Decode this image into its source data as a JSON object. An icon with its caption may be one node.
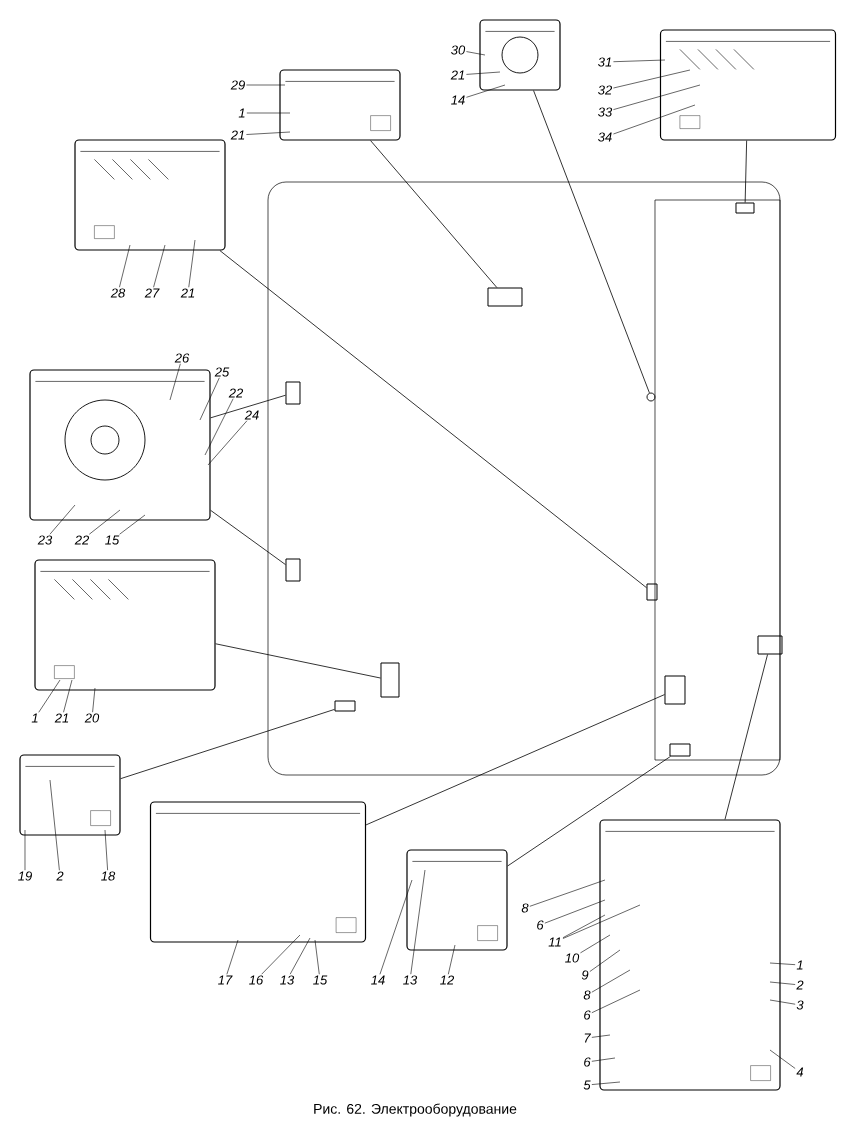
{
  "diagram": {
    "caption": "Рис. 62. Электрооборудование",
    "nodes": [
      {
        "text": [],
        "shape": "picture"
      },
      {
        "text": [
          "29"
        ]
      },
      {
        "text": [
          "1"
        ]
      },
      {
        "text": [
          "21"
        ]
      },
      {
        "text": [],
        "shape": "box"
      },
      {
        "text": [],
        "shape": "picture"
      },
      {
        "text": [
          "30"
        ]
      },
      {
        "text": [
          "21"
        ]
      },
      {
        "text": [
          "14"
        ]
      },
      {
        "text": [],
        "shape": "circle"
      },
      {
        "text": [],
        "shape": "picture"
      },
      {
        "text": [
          "31"
        ]
      },
      {
        "text": [
          "32"
        ]
      },
      {
        "text": [
          "33"
        ]
      },
      {
        "text": [
          "34"
        ]
      },
      {
        "text": [],
        "shape": "box"
      },
      {
        "text": [],
        "shape": "picture"
      },
      {
        "text": [
          "28"
        ]
      },
      {
        "text": [
          "27"
        ]
      },
      {
        "text": [
          "21"
        ]
      },
      {
        "text": [],
        "shape": "box"
      },
      {
        "text": [],
        "shape": "picture"
      },
      {
        "text": [
          "26"
        ]
      },
      {
        "text": [
          "25"
        ]
      },
      {
        "text": [
          "22"
        ]
      },
      {
        "text": [
          "24"
        ]
      },
      {
        "text": [
          "23"
        ]
      },
      {
        "text": [
          "22"
        ]
      },
      {
        "text": [
          "15"
        ]
      },
      {
        "text": [],
        "shape": "box"
      },
      {
        "text": [],
        "shape": "box"
      },
      {
        "text": [],
        "shape": "picture"
      },
      {
        "text": [
          "1"
        ]
      },
      {
        "text": [
          "21"
        ]
      },
      {
        "text": [
          "20"
        ]
      },
      {
        "text": [],
        "shape": "box"
      },
      {
        "text": [],
        "shape": "picture"
      },
      {
        "text": [
          "19"
        ]
      },
      {
        "text": [
          "2"
        ]
      },
      {
        "text": [
          "18"
        ]
      },
      {
        "text": [],
        "shape": "box"
      },
      {
        "text": [],
        "shape": "picture"
      },
      {
        "text": [
          "17"
        ]
      },
      {
        "text": [
          "16"
        ]
      },
      {
        "text": [
          "13"
        ]
      },
      {
        "text": [
          "15"
        ]
      },
      {
        "text": [],
        "shape": "box"
      },
      {
        "text": [],
        "shape": "picture"
      },
      {
        "text": [
          "14"
        ]
      },
      {
        "text": [
          "13"
        ]
      },
      {
        "text": [
          "12"
        ]
      },
      {
        "text": [],
        "shape": "box"
      },
      {
        "text": [],
        "shape": "picture"
      },
      {
        "text": [
          "8"
        ]
      },
      {
        "text": [
          "6"
        ]
      },
      {
        "text": [
          "11"
        ]
      },
      {
        "text": [
          "10"
        ]
      },
      {
        "text": [
          "9"
        ]
      },
      {
        "text": [
          "8"
        ]
      },
      {
        "text": [
          "6"
        ]
      },
      {
        "text": [
          "7"
        ]
      },
      {
        "text": [
          "6"
        ]
      },
      {
        "text": [
          "5"
        ]
      },
      {
        "text": [
          "1"
        ]
      },
      {
        "text": [
          "2"
        ]
      },
      {
        "text": [
          "3"
        ]
      },
      {
        "text": [
          "4"
        ]
      },
      {
        "text": [],
        "shape": "box"
      }
    ],
    "edges": [
      {
        "from": 0,
        "to": 4,
        "arrow": "none"
      },
      {
        "from": 5,
        "to": 9,
        "arrow": "none"
      },
      {
        "from": 10,
        "to": 15,
        "arrow": "none"
      },
      {
        "from": 16,
        "to": 20,
        "arrow": "none"
      },
      {
        "from": 21,
        "to": 29,
        "arrow": "none"
      },
      {
        "from": 21,
        "to": 30,
        "arrow": "none"
      },
      {
        "from": 31,
        "to": 35,
        "arrow": "none"
      },
      {
        "from": 36,
        "to": 40,
        "arrow": "none"
      },
      {
        "from": 41,
        "to": 46,
        "arrow": "none"
      },
      {
        "from": 47,
        "to": 51,
        "arrow": "none"
      },
      {
        "from": 52,
        "to": 67,
        "arrow": "none"
      },
      {
        "from": 1,
        "to": 0,
        "arrow": "none"
      },
      {
        "from": 2,
        "to": 0,
        "arrow": "none"
      },
      {
        "from": 3,
        "to": 0,
        "arrow": "none"
      },
      {
        "from": 6,
        "to": 5,
        "arrow": "none"
      },
      {
        "from": 7,
        "to": 5,
        "arrow": "none"
      },
      {
        "from": 8,
        "to": 5,
        "arrow": "none"
      },
      {
        "from": 11,
        "to": 10,
        "arrow": "none"
      },
      {
        "from": 12,
        "to": 10,
        "arrow": "none"
      },
      {
        "from": 13,
        "to": 10,
        "arrow": "none"
      },
      {
        "from": 14,
        "to": 10,
        "arrow": "none"
      },
      {
        "from": 17,
        "to": 16,
        "arrow": "none"
      },
      {
        "from": 18,
        "to": 16,
        "arrow": "none"
      },
      {
        "from": 19,
        "to": 16,
        "arrow": "none"
      },
      {
        "from": 22,
        "to": 21,
        "arrow": "none"
      },
      {
        "from": 23,
        "to": 21,
        "arrow": "none"
      },
      {
        "from": 24,
        "to": 21,
        "arrow": "none"
      },
      {
        "from": 25,
        "to": 21,
        "arrow": "none"
      },
      {
        "from": 26,
        "to": 21,
        "arrow": "none"
      },
      {
        "from": 27,
        "to": 21,
        "arrow": "none"
      },
      {
        "from": 28,
        "to": 21,
        "arrow": "none"
      },
      {
        "from": 32,
        "to": 31,
        "arrow": "none"
      },
      {
        "from": 33,
        "to": 31,
        "arrow": "none"
      },
      {
        "from": 34,
        "to": 31,
        "arrow": "none"
      },
      {
        "from": 37,
        "to": 36,
        "arrow": "none"
      },
      {
        "from": 38,
        "to": 36,
        "arrow": "none"
      },
      {
        "from": 39,
        "to": 36,
        "arrow": "none"
      },
      {
        "from": 42,
        "to": 41,
        "arrow": "none"
      },
      {
        "from": 43,
        "to": 41,
        "arrow": "none"
      },
      {
        "from": 44,
        "to": 41,
        "arrow": "none"
      },
      {
        "from": 45,
        "to": 41,
        "arrow": "none"
      },
      {
        "from": 48,
        "to": 47,
        "arrow": "none"
      },
      {
        "from": 49,
        "to": 47,
        "arrow": "none"
      },
      {
        "from": 50,
        "to": 47,
        "arrow": "none"
      },
      {
        "from": 53,
        "to": 52,
        "arrow": "none"
      },
      {
        "from": 54,
        "to": 52,
        "arrow": "none"
      },
      {
        "from": 55,
        "to": 52,
        "arrow": "none"
      },
      {
        "from": 55,
        "to": 52,
        "arrow": "none"
      },
      {
        "from": 56,
        "to": 52,
        "arrow": "none"
      },
      {
        "from": 57,
        "to": 52,
        "arrow": "none"
      },
      {
        "from": 58,
        "to": 52,
        "arrow": "none"
      },
      {
        "from": 59,
        "to": 52,
        "arrow": "none"
      },
      {
        "from": 60,
        "to": 52,
        "arrow": "none"
      },
      {
        "from": 61,
        "to": 52,
        "arrow": "none"
      },
      {
        "from": 62,
        "to": 52,
        "arrow": "none"
      },
      {
        "from": 63,
        "to": 52,
        "arrow": "none"
      },
      {
        "from": 64,
        "to": 52,
        "arrow": "none"
      },
      {
        "from": 65,
        "to": 52,
        "arrow": "none"
      },
      {
        "from": 66,
        "to": 52,
        "arrow": "none"
      }
    ]
  }
}
